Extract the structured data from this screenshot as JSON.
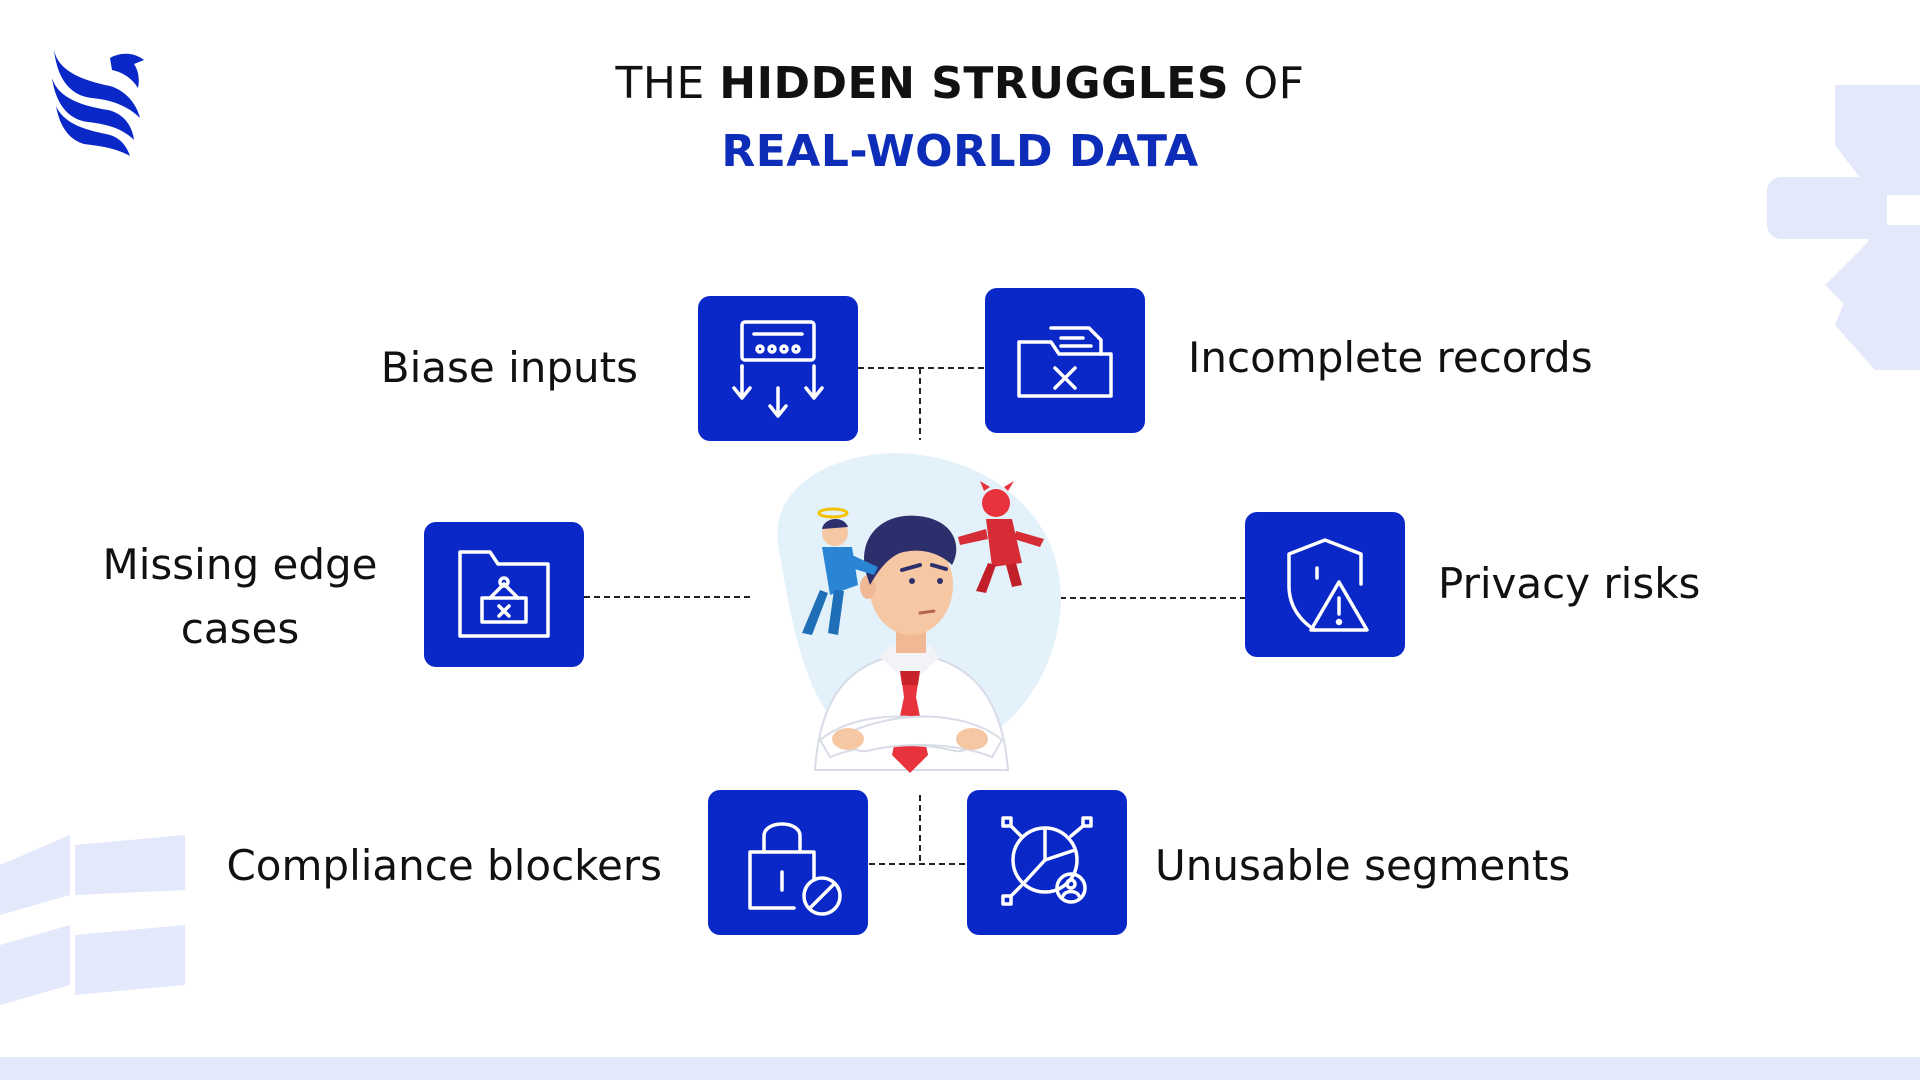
{
  "title": {
    "line1_prefix": "THE",
    "line1_bold": "HIDDEN STRUGGLES",
    "line1_suffix": "OF",
    "line2": "REAL-WORLD DATA"
  },
  "colors": {
    "brand_blue": "#0A27C7",
    "title_blue": "#0D2DB8",
    "deco_light": "#E4E8FB",
    "text": "#111111",
    "tie_red": "#E8333D"
  },
  "struggles": [
    {
      "label": "Biase inputs",
      "icon": "form-download-icon"
    },
    {
      "label": "Incomplete records",
      "icon": "folder-x-icon"
    },
    {
      "label_line1": "Missing edge",
      "label_line2": "cases",
      "icon": "folder-warning-icon"
    },
    {
      "label": "Privacy risks",
      "icon": "shield-alert-icon"
    },
    {
      "label": "Compliance blockers",
      "icon": "lock-blocked-icon"
    },
    {
      "label": "Unusable segments",
      "icon": "pie-segment-icon"
    }
  ]
}
